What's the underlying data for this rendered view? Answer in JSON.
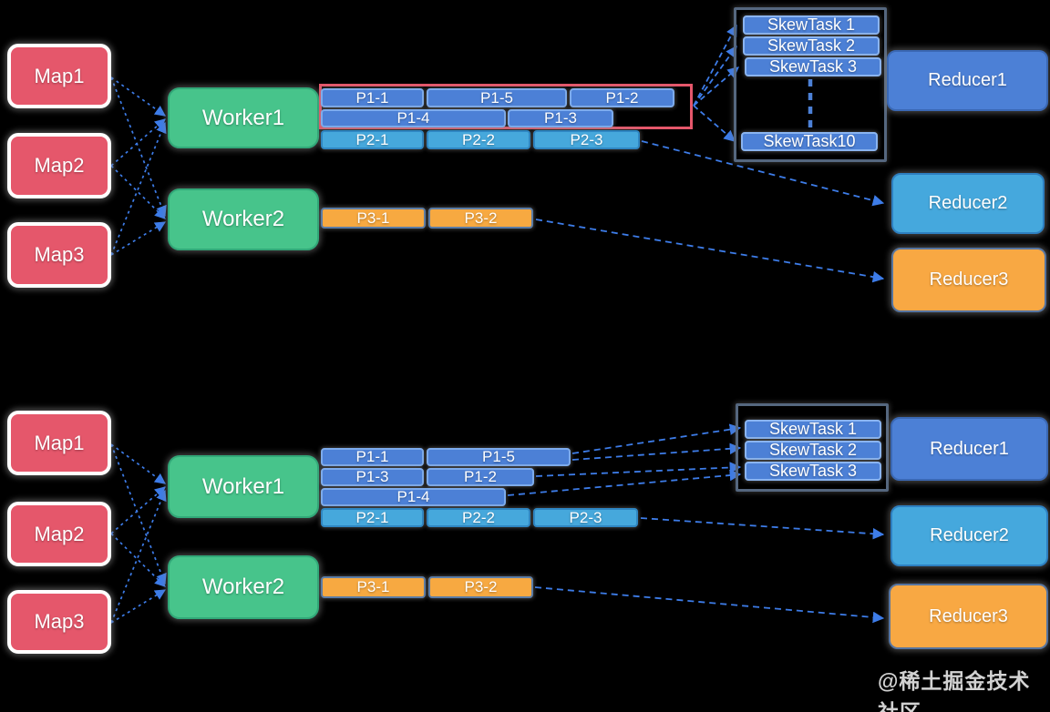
{
  "watermark": "@稀土掘金技术社区",
  "colors": {
    "map_red": "#e5576b",
    "worker_green": "#47c48b",
    "partition_blue": "#4c80d6",
    "partition_light_blue": "#46a8dc",
    "partition_orange": "#f7a941",
    "connector_blue": "#3d7ce8",
    "skew_frame_border": "#55677f",
    "skew_group_border_red": "#e5576b"
  },
  "top": {
    "maps": [
      "Map1",
      "Map2",
      "Map3"
    ],
    "workers": [
      "Worker1",
      "Worker2"
    ],
    "partitions": {
      "row1": [
        "P1-1",
        "P1-5",
        "P1-2"
      ],
      "row2": [
        "P1-4",
        "P1-3"
      ],
      "row3": [
        "P2-1",
        "P2-2",
        "P2-3"
      ],
      "p3": [
        "P3-1",
        "P3-2"
      ]
    },
    "skewtasks": [
      "SkewTask 1",
      "SkewTask 2",
      "SkewTask 3",
      "SkewTask10"
    ],
    "reducers": [
      "Reducer1",
      "Reducer2",
      "Reducer3"
    ]
  },
  "bottom": {
    "maps": [
      "Map1",
      "Map2",
      "Map3"
    ],
    "workers": [
      "Worker1",
      "Worker2"
    ],
    "partitions": {
      "row1": [
        "P1-1",
        "P1-5"
      ],
      "row2": [
        "P1-3",
        "P1-2"
      ],
      "row3": [
        "P1-4"
      ],
      "row4": [
        "P2-1",
        "P2-2",
        "P2-3"
      ],
      "p3": [
        "P3-1",
        "P3-2"
      ]
    },
    "skewtasks": [
      "SkewTask 1",
      "SkewTask 2",
      "SkewTask 3"
    ],
    "reducers": [
      "Reducer1",
      "Reducer2",
      "Reducer3"
    ]
  }
}
